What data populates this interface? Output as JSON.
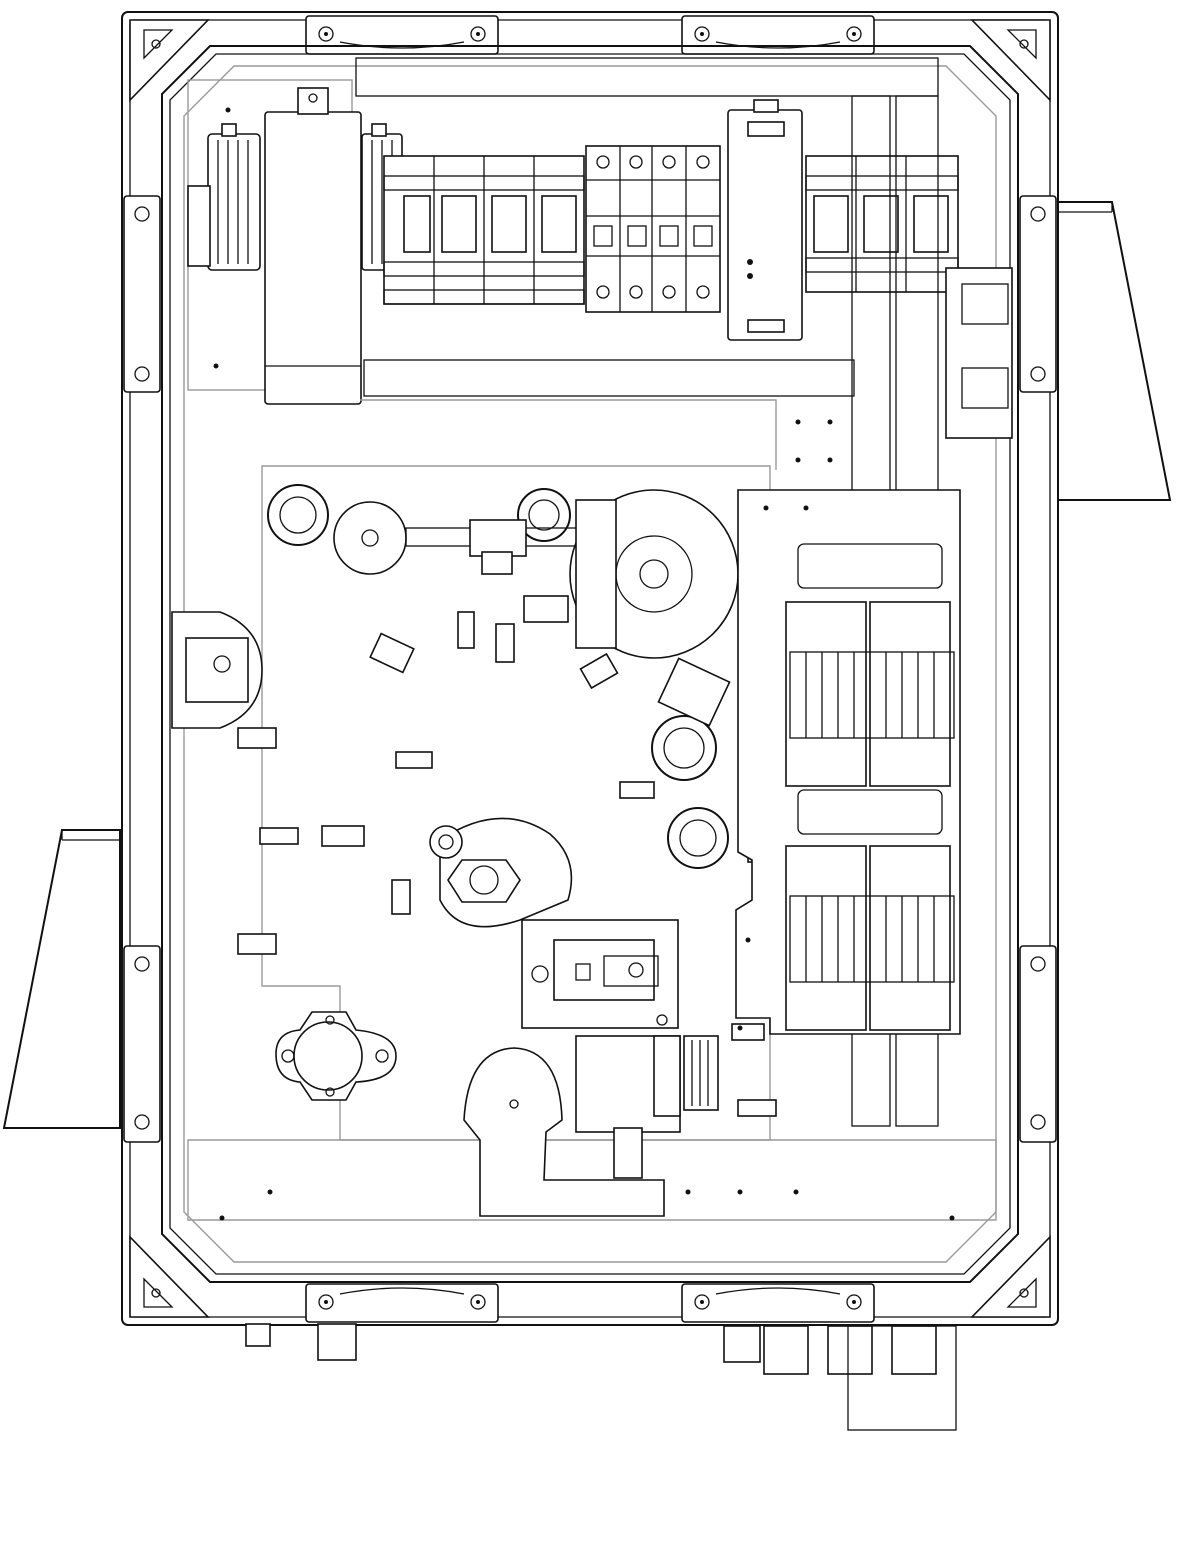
{
  "drawing": {
    "colors": {
      "line": "#111111",
      "hidden_line": "#9a9a9a",
      "background": "#ffffff"
    },
    "features": [
      "enclosure-door-frame",
      "corner-brackets",
      "mounting-lugs",
      "din-rail",
      "heater",
      "transformer",
      "circuit-breakers",
      "power-supply",
      "terminal-blocks",
      "relay-sockets",
      "drive-motor-wheel",
      "sensor-assembly",
      "cable-glands",
      "rain-hood-left",
      "rain-hood-right"
    ]
  }
}
